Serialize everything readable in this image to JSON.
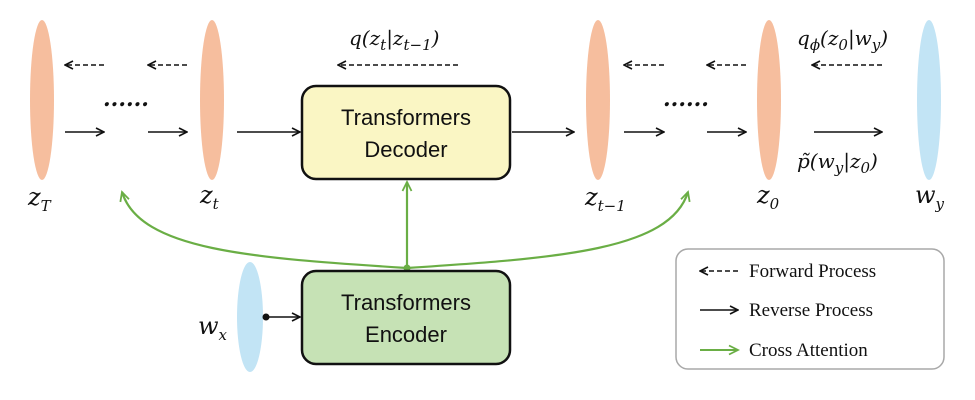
{
  "colors": {
    "latent": "#F6BE9E",
    "word": "#C2E4F5",
    "decoder_fill": "#FAF6C4",
    "encoder_fill": "#C6E2B5",
    "cross_attention": "#6AAE45",
    "arrow": "#111111"
  },
  "latents": {
    "zT": {
      "base": "z",
      "sub": "T"
    },
    "zt": {
      "base": "z",
      "sub": "t"
    },
    "zt1": {
      "base": "z",
      "sub": "t−1"
    },
    "z0": {
      "base": "z",
      "sub": "0"
    }
  },
  "words": {
    "wy": {
      "base": "w",
      "sub": "y"
    },
    "wx": {
      "base": "w",
      "sub": "x"
    }
  },
  "dots": {
    "left": "......",
    "right": "......"
  },
  "decoder": {
    "line1": "Transformers",
    "line2": "Decoder"
  },
  "encoder": {
    "line1": "Transformers",
    "line2": "Encoder"
  },
  "equations": {
    "q_forward": "q(z",
    "q_forward_sub1": "t",
    "q_forward_mid": "|z",
    "q_forward_sub2": "t−1",
    "q_forward_end": ")",
    "q_phi_base": "q",
    "q_phi_sub": "ϕ",
    "q_phi_rest1": "(z",
    "q_phi_sub2": "0",
    "q_phi_rest2": "|w",
    "q_phi_sub3": "y",
    "q_phi_end": ")",
    "p_tilde_base": "p̃(w",
    "p_tilde_sub1": "y",
    "p_tilde_mid": "|z",
    "p_tilde_sub2": "0",
    "p_tilde_end": ")"
  },
  "legend": {
    "forward": "Forward Process",
    "reverse": "Reverse Process",
    "cross": "Cross Attention"
  }
}
